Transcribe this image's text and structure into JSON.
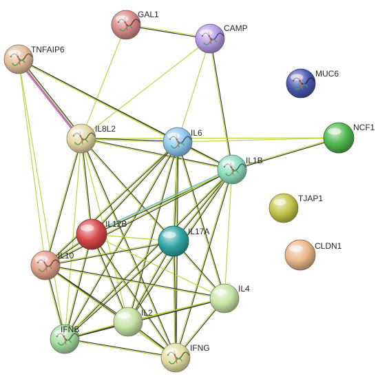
{
  "network": {
    "nodes": [
      {
        "id": "GAL1",
        "label": "GAL1",
        "color": "#d98a8a",
        "structure": true
      },
      {
        "id": "CAMP",
        "label": "CAMP",
        "color": "#b79be6",
        "structure": true
      },
      {
        "id": "TNFAIP6",
        "label": "TNFAIP6",
        "color": "#e2c09a",
        "structure": true
      },
      {
        "id": "MUC6",
        "label": "MUC6",
        "color": "#4a58b0",
        "structure": true
      },
      {
        "id": "NCF1",
        "label": "NCF1",
        "color": "#4fb84f",
        "structure": false
      },
      {
        "id": "IL8L2",
        "label": "IL8L2",
        "color": "#e4d9a6",
        "structure": true
      },
      {
        "id": "IL6",
        "label": "IL6",
        "color": "#8ec8ee",
        "structure": true
      },
      {
        "id": "IL1B",
        "label": "IL1B",
        "color": "#8fdcc0",
        "structure": true
      },
      {
        "id": "TJAP1",
        "label": "TJAP1",
        "color": "#c4c44a",
        "structure": false
      },
      {
        "id": "IL12B",
        "label": "IL12B",
        "color": "#d84848",
        "structure": false
      },
      {
        "id": "IL17A",
        "label": "IL17A",
        "color": "#2fa6a6",
        "structure": false
      },
      {
        "id": "IL10",
        "label": "IL10",
        "color": "#e4a08a",
        "structure": true
      },
      {
        "id": "CLDN1",
        "label": "CLDN1",
        "color": "#e8b88a",
        "structure": false
      },
      {
        "id": "IL4",
        "label": "IL4",
        "color": "#c6e4a4",
        "structure": false
      },
      {
        "id": "IL2",
        "label": "IL2",
        "color": "#c6e4a4",
        "structure": false
      },
      {
        "id": "IFNB",
        "label": "IFNB",
        "color": "#a6dca0",
        "structure": true
      },
      {
        "id": "IFNG",
        "label": "IFNG",
        "color": "#e4e0a4",
        "structure": true
      }
    ],
    "edges": [
      {
        "source": "GAL1",
        "target": "CAMP",
        "types": [
          "#b5d637",
          "#333333"
        ]
      },
      {
        "source": "GAL1",
        "target": "IL8L2",
        "types": [
          "#b5d637"
        ]
      },
      {
        "source": "CAMP",
        "target": "IL8L2",
        "types": [
          "#b5d637"
        ]
      },
      {
        "source": "CAMP",
        "target": "IL6",
        "types": [
          "#b5d637"
        ]
      },
      {
        "source": "CAMP",
        "target": "IL1B",
        "types": [
          "#333333",
          "#b5d637"
        ]
      },
      {
        "source": "TNFAIP6",
        "target": "IL8L2",
        "types": [
          "#333333",
          "#b5d637",
          "#9c2da8",
          "#d040b0"
        ]
      },
      {
        "source": "TNFAIP6",
        "target": "IL6",
        "types": [
          "#333333",
          "#b5d637"
        ]
      },
      {
        "source": "TNFAIP6",
        "target": "IL1B",
        "types": [
          "#333333",
          "#b5d637"
        ]
      },
      {
        "source": "TNFAIP6",
        "target": "IL10",
        "types": [
          "#b5d637"
        ]
      },
      {
        "source": "TNFAIP6",
        "target": "IFNB",
        "types": [
          "#b5d637"
        ]
      },
      {
        "source": "NCF1",
        "target": "IL6",
        "types": [
          "#b5d637"
        ]
      },
      {
        "source": "NCF1",
        "target": "IL1B",
        "types": [
          "#333333",
          "#b5d637"
        ]
      },
      {
        "source": "NCF1",
        "target": "IL8L2",
        "types": [
          "#b5d637"
        ]
      },
      {
        "source": "IL8L2",
        "target": "IL6",
        "types": [
          "#333333",
          "#b5d637"
        ]
      },
      {
        "source": "IL8L2",
        "target": "IL1B",
        "types": [
          "#333333",
          "#b5d637"
        ]
      },
      {
        "source": "IL8L2",
        "target": "IL12B",
        "types": [
          "#333333",
          "#b5d637"
        ]
      },
      {
        "source": "IL8L2",
        "target": "IL17A",
        "types": [
          "#333333",
          "#b5d637"
        ]
      },
      {
        "source": "IL8L2",
        "target": "IL10",
        "types": [
          "#333333",
          "#b5d637"
        ]
      },
      {
        "source": "IL8L2",
        "target": "IFNB",
        "types": [
          "#b5d637"
        ]
      },
      {
        "source": "IL8L2",
        "target": "IL2",
        "types": [
          "#b5d637"
        ]
      },
      {
        "source": "IL8L2",
        "target": "IFNG",
        "types": [
          "#333333",
          "#b5d637"
        ]
      },
      {
        "source": "IL6",
        "target": "IL1B",
        "types": [
          "#333333",
          "#b5d637"
        ]
      },
      {
        "source": "IL6",
        "target": "IL12B",
        "types": [
          "#333333",
          "#b5d637"
        ]
      },
      {
        "source": "IL6",
        "target": "IL17A",
        "types": [
          "#333333",
          "#b5d637"
        ]
      },
      {
        "source": "IL6",
        "target": "IL10",
        "types": [
          "#333333",
          "#b5d637"
        ]
      },
      {
        "source": "IL6",
        "target": "IL4",
        "types": [
          "#333333",
          "#b5d637"
        ]
      },
      {
        "source": "IL6",
        "target": "IL2",
        "types": [
          "#333333",
          "#b5d637"
        ]
      },
      {
        "source": "IL6",
        "target": "IFNB",
        "types": [
          "#333333",
          "#b5d637"
        ]
      },
      {
        "source": "IL6",
        "target": "IFNG",
        "types": [
          "#333333",
          "#b5d637"
        ]
      },
      {
        "source": "IL1B",
        "target": "IL12B",
        "types": [
          "#333333",
          "#b5d637",
          "#4ab4e0"
        ]
      },
      {
        "source": "IL1B",
        "target": "IL17A",
        "types": [
          "#333333",
          "#b5d637"
        ]
      },
      {
        "source": "IL1B",
        "target": "IL10",
        "types": [
          "#333333",
          "#b5d637"
        ]
      },
      {
        "source": "IL1B",
        "target": "IL4",
        "types": [
          "#b5d637"
        ]
      },
      {
        "source": "IL1B",
        "target": "IL2",
        "types": [
          "#333333",
          "#b5d637"
        ]
      },
      {
        "source": "IL1B",
        "target": "IFNB",
        "types": [
          "#333333",
          "#b5d637"
        ]
      },
      {
        "source": "IL1B",
        "target": "IFNG",
        "types": [
          "#333333",
          "#b5d637"
        ]
      },
      {
        "source": "IL12B",
        "target": "IL17A",
        "types": [
          "#b5d637"
        ]
      },
      {
        "source": "IL12B",
        "target": "IL10",
        "types": [
          "#333333",
          "#b5d637"
        ]
      },
      {
        "source": "IL12B",
        "target": "IL4",
        "types": [
          "#b5d637"
        ]
      },
      {
        "source": "IL12B",
        "target": "IL2",
        "types": [
          "#333333",
          "#b5d637"
        ]
      },
      {
        "source": "IL12B",
        "target": "IFNB",
        "types": [
          "#333333",
          "#b5d637"
        ]
      },
      {
        "source": "IL12B",
        "target": "IFNG",
        "types": [
          "#333333",
          "#b5d637"
        ]
      },
      {
        "source": "IL17A",
        "target": "IL10",
        "types": [
          "#333333",
          "#b5d637"
        ]
      },
      {
        "source": "IL17A",
        "target": "IL4",
        "types": [
          "#333333",
          "#b5d637"
        ]
      },
      {
        "source": "IL17A",
        "target": "IL2",
        "types": [
          "#333333",
          "#b5d637"
        ]
      },
      {
        "source": "IL17A",
        "target": "IFNB",
        "types": [
          "#333333",
          "#b5d637"
        ]
      },
      {
        "source": "IL17A",
        "target": "IFNG",
        "types": [
          "#333333",
          "#b5d637"
        ]
      },
      {
        "source": "IL10",
        "target": "IL4",
        "types": [
          "#333333",
          "#b5d637"
        ]
      },
      {
        "source": "IL10",
        "target": "IL2",
        "types": [
          "#333333",
          "#b5d637"
        ]
      },
      {
        "source": "IL10",
        "target": "IFNB",
        "types": [
          "#333333",
          "#b5d637"
        ]
      },
      {
        "source": "IL10",
        "target": "IFNG",
        "types": [
          "#333333",
          "#b5d637"
        ]
      },
      {
        "source": "IL4",
        "target": "IL2",
        "types": [
          "#333333",
          "#b5d637"
        ]
      },
      {
        "source": "IL4",
        "target": "IFNB",
        "types": [
          "#333333",
          "#b5d637"
        ]
      },
      {
        "source": "IL4",
        "target": "IFNG",
        "types": [
          "#333333",
          "#b5d637"
        ]
      },
      {
        "source": "IL2",
        "target": "IFNB",
        "types": [
          "#333333",
          "#b5d637"
        ]
      },
      {
        "source": "IL2",
        "target": "IFNG",
        "types": [
          "#333333",
          "#b5d637"
        ]
      },
      {
        "source": "IFNB",
        "target": "IFNG",
        "types": [
          "#333333",
          "#b5d637"
        ]
      }
    ]
  }
}
